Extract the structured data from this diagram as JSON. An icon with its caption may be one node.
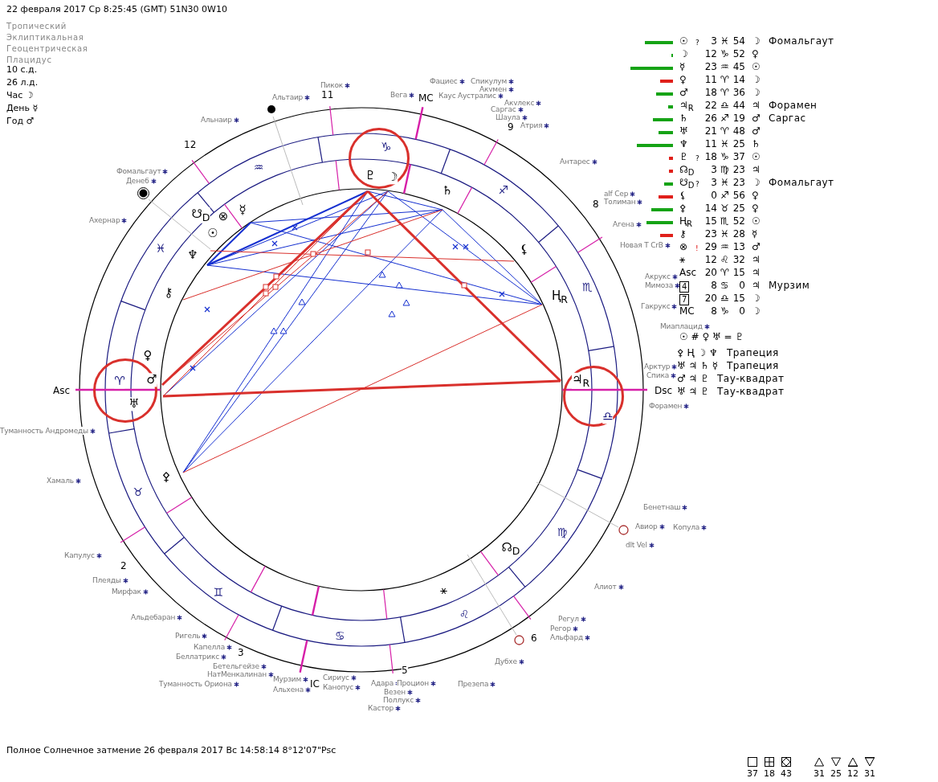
{
  "diagram": {
    "nodes": [
      {
        "text": [
          "♑",
          "♇",
          "☽"
        ]
      },
      {
        "text": [
          "♈",
          "♂",
          "♅"
        ]
      },
      {
        "text": [
          "♃$_{R}$",
          "♎"
        ]
      }
    ],
    "labels": [
      "22 февраля 2017  Ср   8:25:45 (GMT) 51N30  0W10",
      "Тропический",
      "Эклиптикальная",
      "Геоцентрическая",
      "Плацидус",
      "10 с.д.",
      "26 л.д.",
      "Час ☽",
      "День ☿",
      "Год ♂",
      "11",
      "12",
      "MC",
      "9",
      "8",
      "Asc",
      "Dsc",
      "2",
      "3",
      "IC",
      "5",
      "6",
      "♒",
      "♐",
      "♏",
      "♍",
      "♌",
      "♋",
      "♊",
      "♉",
      "♓",
      "♄",
      "⚸",
      "Ⱨ$_{R}$",
      "☊$_{D}$",
      "⚹",
      "⚴",
      "♀",
      "⚷",
      "♆",
      "☉",
      "☋$_{D}$",
      "⊗",
      "☿",
      "Фациес",
      "Спикулум",
      "Пикок",
      "Акумен",
      "Вега",
      "Альтаир",
      "Каус Аустралис",
      "Акулекс",
      "Саргас",
      "Альнаир",
      "Шаула",
      "Атрия",
      "Антарес",
      "Фомальгаут",
      "Денеб",
      "alf Cep",
      "Толиман",
      "Ахернар",
      "Агена",
      "Новая Т СrB",
      "Акрукс",
      "Мимоза",
      "Гакрукс",
      "Миаплацид",
      "Арктур",
      "Спика",
      "Форамен",
      "Туманность Андромеды",
      "Хамаль",
      "Бенетнаш",
      "Авиор",
      "Копула",
      "dlt Vel",
      "Капулус",
      "Плеяды",
      "Алиот",
      "Мирфак",
      "Альдебаран",
      "Регул",
      "Регор",
      "Ригель",
      "Альфард",
      "Капелла",
      "Беллатрикс",
      "Дубхе",
      "Бетельгейзе",
      "НатМенкалинан",
      "Туманность Ориона",
      "Мурзим",
      "Сириус",
      "Адара",
      "Процион",
      "Презепа",
      "Альхена",
      "Канопус",
      "Везен",
      "Поллукс",
      "Кастор",
      "☉",
      "?",
      "3",
      "♓",
      "54",
      "☽",
      "Фомальгаут",
      "☽",
      "12",
      "♑",
      "52",
      "♀",
      "☿",
      "23",
      "♒",
      "45",
      "☉",
      "♀",
      "11",
      "♈",
      "14",
      "☽",
      "♂",
      "18",
      "♈",
      "36",
      "☽",
      "♃$_{R}$",
      "22",
      "♎",
      "44",
      "♃",
      "Форамен",
      "♄",
      "26",
      "♐",
      "19",
      "♂",
      "Саргас",
      "♅",
      "21",
      "♈",
      "48",
      "♂",
      "♆",
      "11",
      "♓",
      "25",
      "♄",
      "♇",
      "?",
      "18",
      "♑",
      "37",
      "☉",
      "☊$_{D}$",
      "3",
      "♍",
      "23",
      "♃",
      "☋$_{D}$",
      "?",
      "3",
      "♓",
      "23",
      "☽",
      "Фомальгаут",
      "⚸",
      "0",
      "♐",
      "56",
      "♀",
      "⚴",
      "14",
      "♉",
      "25",
      "♀",
      "Ⱨ$_{R}$",
      "15",
      "♏",
      "52",
      "☉",
      "⚷",
      "23",
      "♓",
      "28",
      "☿",
      "⊗",
      "!",
      "29",
      "♒",
      "13",
      "♂",
      "⚹",
      "12",
      "♌",
      "32",
      "♃",
      "Asc",
      "20",
      "♈",
      "15",
      "♃",
      "4",
      "8",
      "♋",
      "0",
      "♃",
      "Мурзим",
      "7",
      "20",
      "♎",
      "15",
      "☽",
      "MC",
      "8",
      "♑",
      "0",
      "☽",
      "☉ # ♀ ♅ = ♇",
      "⚴ Ⱨ ☽ ♆",
      "Трапеция",
      "♅ ♃ ♄ ☿",
      "Трапеция",
      "♂ ♃ ♇",
      "Тау-квадрат",
      "♅ ♃ ♇",
      "Тау-квадрат",
      "Полное Солнечное затмение  26 февраля 2017 Вс 14:58:14  8°12'07\"Psc",
      "37",
      "18",
      "43",
      "31",
      "25",
      "12",
      "31"
    ]
  }
}
